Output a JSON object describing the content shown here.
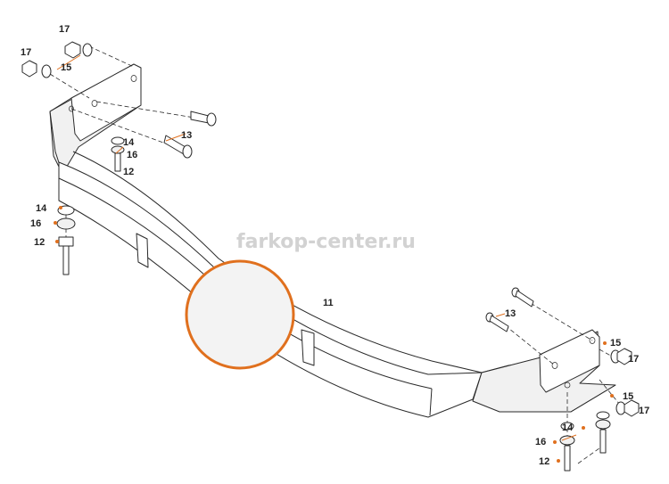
{
  "watermark": "farkop-center.ru",
  "accent_color": "#e0701e",
  "ball_placeholder_color": "#f3f3f3",
  "labels": {
    "l17a": "17",
    "l17b": "17",
    "l15a": "15",
    "l14a": "14",
    "l16a": "16",
    "l12a": "12",
    "l13a": "13",
    "l14b": "14",
    "l16b": "16",
    "l12b": "12",
    "l11": "11",
    "l13b": "13",
    "l15b": "15",
    "l17c": "17",
    "l15c": "15",
    "l17d": "17",
    "l14c": "14",
    "l16c": "16",
    "l12c": "12"
  }
}
